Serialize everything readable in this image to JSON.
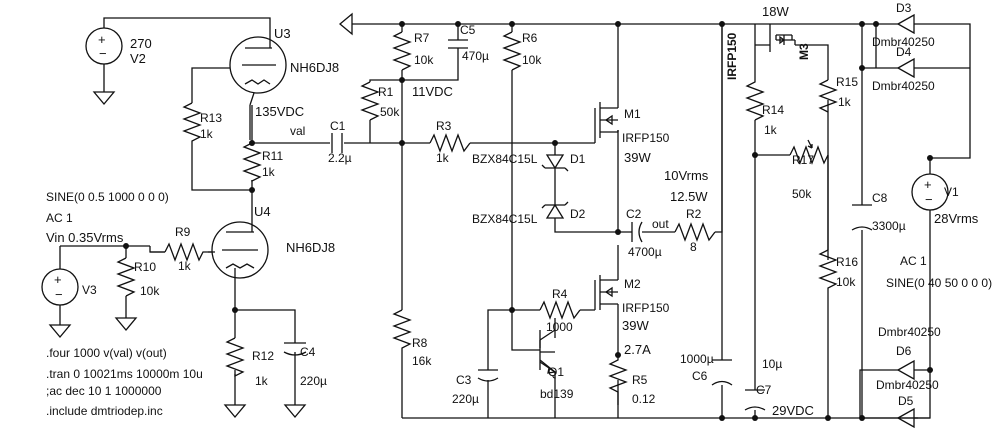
{
  "colors": {
    "wire": "#111111",
    "background": "#ffffff"
  },
  "components": {
    "V2": {
      "name": "V2",
      "value": "270"
    },
    "U3": {
      "name": "U3",
      "model": "NH6DJ8",
      "note": "135VDC"
    },
    "U4": {
      "name": "U4",
      "model": "NH6DJ8"
    },
    "R13": {
      "name": "R13",
      "value": "1k"
    },
    "R11": {
      "name": "R11",
      "value": "1k"
    },
    "R9": {
      "name": "R9",
      "value": "1k"
    },
    "R10": {
      "name": "R10",
      "value": "10k"
    },
    "R12": {
      "name": "R12",
      "value": "1k"
    },
    "C4": {
      "name": "C4",
      "value": "220µ"
    },
    "V3": {
      "name": "V3",
      "source": "SINE(0 0.5 1000 0 0 0)",
      "ac": "AC 1",
      "note": "Vin 0.35Vrms"
    },
    "R7": {
      "name": "R7",
      "value": "10k"
    },
    "C5": {
      "name": "C5",
      "value": "470µ"
    },
    "R6": {
      "name": "R6",
      "value": "10k"
    },
    "R1": {
      "name": "R1",
      "value": "50k"
    },
    "C1": {
      "name": "C1",
      "value": "2.2µ"
    },
    "R3": {
      "name": "R3",
      "value": "1k"
    },
    "R8": {
      "name": "R8",
      "value": "16k"
    },
    "M1": {
      "name": "M1",
      "model": "IRFP150",
      "power": "39W"
    },
    "M2": {
      "name": "M2",
      "model": "IRFP150",
      "power": "39W",
      "current": "2.7A"
    },
    "D1": {
      "name": "D1",
      "model": "BZX84C15L"
    },
    "D2": {
      "name": "D2",
      "model": "BZX84C15L"
    },
    "C2": {
      "name": "C2",
      "value": "4700µ"
    },
    "R2": {
      "name": "R2",
      "value": "8"
    },
    "R4": {
      "name": "R4",
      "value": "1000"
    },
    "Q1": {
      "name": "Q1",
      "model": "bd139"
    },
    "C3": {
      "name": "C3",
      "value": "220µ"
    },
    "R5": {
      "name": "R5",
      "value": "0.12"
    },
    "C6": {
      "name": "C6",
      "value": "1000µ"
    },
    "M3": {
      "name": "M3",
      "model": "IRFP150",
      "power": "18W"
    },
    "R14": {
      "name": "R14",
      "value": "1k"
    },
    "R17": {
      "name": "R17",
      "value": "50k"
    },
    "C7": {
      "name": "C7",
      "value": "10µ"
    },
    "R15": {
      "name": "R15",
      "value": "1k"
    },
    "R16": {
      "name": "R16",
      "value": "10k"
    },
    "C8": {
      "name": "C8",
      "value": "3300µ"
    },
    "V1": {
      "name": "V1",
      "note": "28Vrms",
      "ac": "AC 1",
      "source": "SINE(0 40 50 0 0 0)"
    },
    "D3": {
      "name": "D3",
      "model": "Dmbr40250"
    },
    "D4": {
      "name": "D4",
      "model": "Dmbr40250"
    },
    "D5": {
      "name": "D5"
    },
    "D6": {
      "name": "D6",
      "model": "Dmbr40250"
    }
  },
  "nets": {
    "val": "val",
    "out": "out",
    "vdc_11": "11VDC",
    "vdc_29": "29VDC",
    "out_rms": "10Vrms",
    "out_power": "12.5W",
    "d5_model": "Dmbr40250"
  },
  "directives": [
    ".four 1000 v(val) v(out)",
    ".tran 0 10021ms 10000m 10u",
    ";ac dec 10 1 1000000",
    ".include dmtriodep.inc"
  ]
}
